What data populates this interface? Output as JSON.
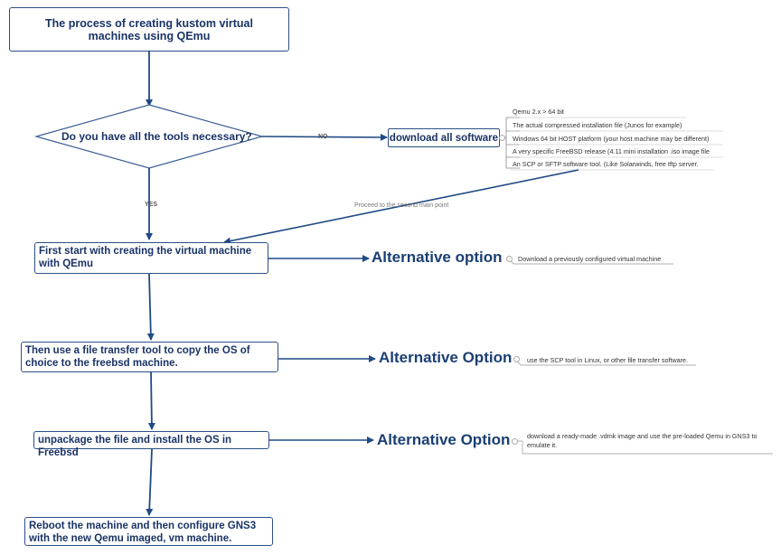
{
  "title": "The process of creating kustom virtual machines using QEmu",
  "decision": "Do you have all the tools necessary?",
  "edge_no": "NO",
  "edge_yes": "YES",
  "download_box": "download all software",
  "software_list": [
    "Qemu 2.x > 64 bit",
    "The actual compressed installation file (Junos for example)",
    "Windows 64 bit HOST  platform (your host machine may be different)",
    "A very specific FreeBSD release (4.11 mini installation .iso image file",
    "An SCP or SFTP software tool. (Like Solarwinds, free tftp server."
  ],
  "proceed_label": "Proceed to the second main point",
  "steps": [
    {
      "text": "First start with creating the virtual machine with QEmu",
      "alt": "Alternative option",
      "note": "Download a previously configured virtual machine"
    },
    {
      "text": "Then use a file transfer tool to copy the OS of choice to the freebsd machine.",
      "alt": "Alternative Option",
      "note": "use the SCP tool in Linux, or other file transfer software."
    },
    {
      "text": "unpackage the file and install the OS in Freebsd",
      "alt": "Alternative Option",
      "note": "download a ready-made .vdmk image and use the pre-loaded Qemu in GNS3 to emulate it."
    }
  ],
  "final": "Reboot the machine and then configure GNS3 with the new Qemu imaged, vm machine."
}
